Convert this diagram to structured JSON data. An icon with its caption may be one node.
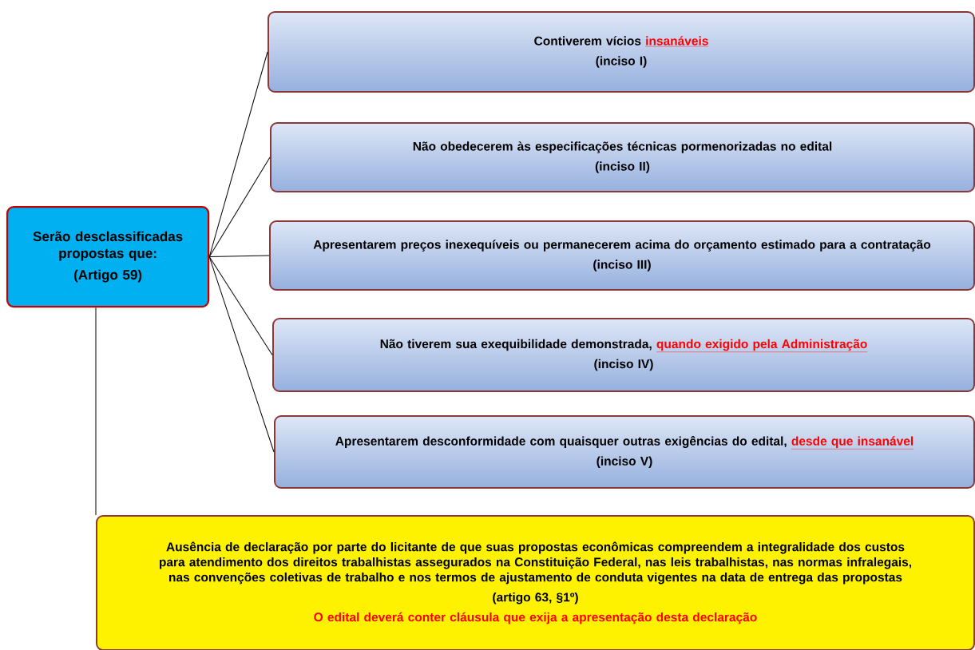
{
  "diagram": {
    "nodes": [
      {
        "text": [
          "Serão desclassificadas propostas que:",
          "(Artigo 59)"
        ]
      },
      {
        "text": [
          "Contiverem vícios",
          "insanáveis",
          "(inciso I)"
        ]
      },
      {
        "text": [
          "Não obedecerem às especificações técnicas pormenorizadas no edital",
          "(inciso II)"
        ]
      },
      {
        "text": [
          "Apresentarem preços inexequíveis ou permanecerem acima do orçamento estimado para a contratação",
          "(inciso III)"
        ]
      },
      {
        "text": [
          "Não tiverem sua exequibilidade demonstrada,",
          "quando exigido pela Administração",
          "(inciso IV)"
        ]
      },
      {
        "text": [
          "Apresentarem desconformidade com quaisquer outras exigências do edital,",
          "desde que insanável",
          "(inciso V)"
        ]
      },
      {
        "text": [
          "Ausência de declaração por parte do licitante de que suas propostas econômicas compreendem a integralidade dos custos para atendimento dos direitos trabalhistas assegurados na Constituição Federal, nas leis trabalhistas, nas normas infralegais, nas convenções coletivas de trabalho e nos termos de ajustamento de conduta vigentes na data de entrega das propostas",
          "(artigo 63, §1º)",
          "O edital deverá conter cláusula que exija a apresentação desta declaração"
        ]
      }
    ],
    "edges": [
      {
        "from": 0,
        "to": 1,
        "arrow": "none"
      },
      {
        "from": 0,
        "to": 2,
        "arrow": "none"
      },
      {
        "from": 0,
        "to": 3,
        "arrow": "none"
      },
      {
        "from": 0,
        "to": 4,
        "arrow": "none"
      },
      {
        "from": 0,
        "to": 5,
        "arrow": "none"
      },
      {
        "from": 0,
        "to": 6,
        "arrow": "none"
      }
    ]
  }
}
